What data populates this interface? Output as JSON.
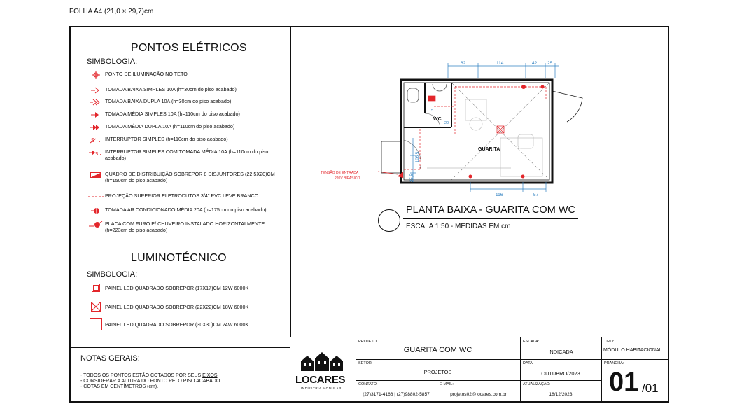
{
  "sheet_label": "FOLHA A4 (21,0 × 29,7)cm",
  "electrical": {
    "title": "PONTOS ELÉTRICOS",
    "simbologia": "SIMBOLOGIA:",
    "items": [
      {
        "icon": "ceiling-light-icon",
        "text": "PONTO DE ILUMINAÇÃO NO TETO"
      },
      {
        "icon": "low-single-outlet-icon",
        "text": "TOMADA BAIXA SIMPLES 10A (h=30cm do piso acabado)"
      },
      {
        "icon": "low-double-outlet-icon",
        "text": "TOMADA BAIXA DUPLA 10A (h=30cm do piso acabado)"
      },
      {
        "icon": "mid-single-outlet-icon",
        "text": "TOMADA MÉDIA SIMPLES 10A (h=110cm do piso acabado)"
      },
      {
        "icon": "mid-double-outlet-icon",
        "text": "TOMADA MÉDIA DUPLA 10A (h=110cm do piso acabado)"
      },
      {
        "icon": "simple-switch-icon",
        "text": "INTERRUPTOR SIMPLES (h=110cm do piso acabado)"
      },
      {
        "icon": "switch-outlet-icon",
        "text": "INTERRUPTOR SIMPLES COM TOMADA MÉDIA 10A (h=110cm do piso acabado)"
      },
      {
        "icon": "distribution-board-icon",
        "text": "QUADRO DE DISTRIBUIÇÃO SOBREPOR 8 DISJUNTORES (22,5X20)CM (h=150cm do piso acabado)"
      },
      {
        "icon": "conduit-projection-icon",
        "text": "PROJEÇÃO SUPERIOR ELETRODUTOS 3/4\" PVC LEVE BRANCO"
      },
      {
        "icon": "ac-outlet-icon",
        "text": "TOMADA AR CONDICIONADO MÉDIA 20A (h=175cm do piso acabado)"
      },
      {
        "icon": "shower-plate-icon",
        "text": "PLACA COM FURO P/ CHUVEIRO INSTALADO HORIZONTALMENTE (h=223cm do piso acabado)"
      }
    ]
  },
  "lighting": {
    "title": "LUMINOTÉCNICO",
    "simbologia": "SIMBOLOGIA:",
    "items": [
      {
        "icon": "led-panel-17-icon",
        "text": "PAINEL LED QUADRADO SOBREPOR (17X17)CM 12W 6000K"
      },
      {
        "icon": "led-panel-22-icon",
        "text": "PAINEL LED QUADRADO SOBREPOR (22X22)CM 18W 6000K"
      },
      {
        "icon": "led-panel-30-icon",
        "text": "PAINEL LED QUADRADO SOBREPOR (30X30)CM 24W 6000K"
      }
    ]
  },
  "notes": {
    "title": "NOTAS GERAIS:",
    "line1_pre": "- TODOS OS PONTOS ESTÃO COTADOS POR SEUS ",
    "line1_u": "EIXOS",
    "line1_post": ".",
    "line2": "- CONSIDERAR A ALTURA DO PONTO PELO PISO ACABADO.",
    "line3": "- COTAS EM CENTÍMETROS (cm)."
  },
  "plan": {
    "title": "PLANTA BAIXA - GUARITA COM WC",
    "subtitle": "ESCALA 1:50 - MEDIDAS EM cm",
    "room_guarita": "GUARITA",
    "room_wc": "WC",
    "entry_note_1": "TENSÃO DE ENTRADA",
    "entry_note_2": "220V BIFÁSICO",
    "dims_top": [
      "62",
      "114",
      "42",
      "25"
    ],
    "dims_bottom": [
      "116",
      "57"
    ],
    "dims_side": [
      "106,5",
      "25,5"
    ],
    "dim_wc": "15",
    "dim_wc2": "20",
    "colors": {
      "red": "#e3262b",
      "blue": "#2f80c0",
      "gray": "#bdbdbd"
    }
  },
  "title_block": {
    "projeto_lbl": "PROJETO:",
    "projeto": "GUARITA COM WC",
    "escala_lbl": "ESCALA:",
    "escala": "INDICADA",
    "tipo_lbl": "TIPO:",
    "tipo": "MÓDULO HABITACIONAL",
    "setor_lbl": "SETOR:",
    "setor": "PROJETOS",
    "data_lbl": "DATA:",
    "data": "OUTUBRO/2023",
    "prancha_lbl": "PRANCHA:",
    "prancha_num": "01",
    "prancha_total": "/01",
    "contato_lbl": "CONTATO:",
    "contato": "(27)3171-4166 | (27)98802-5857",
    "email_lbl": "E-MAIL:",
    "email": "projetos02@locares.com.br",
    "atual_lbl": "ATUALIZAÇÃO:",
    "atual": "18/12/2023",
    "logo_name": "LOCARES",
    "logo_tag": "INDÚSTRIA MODULAR"
  }
}
